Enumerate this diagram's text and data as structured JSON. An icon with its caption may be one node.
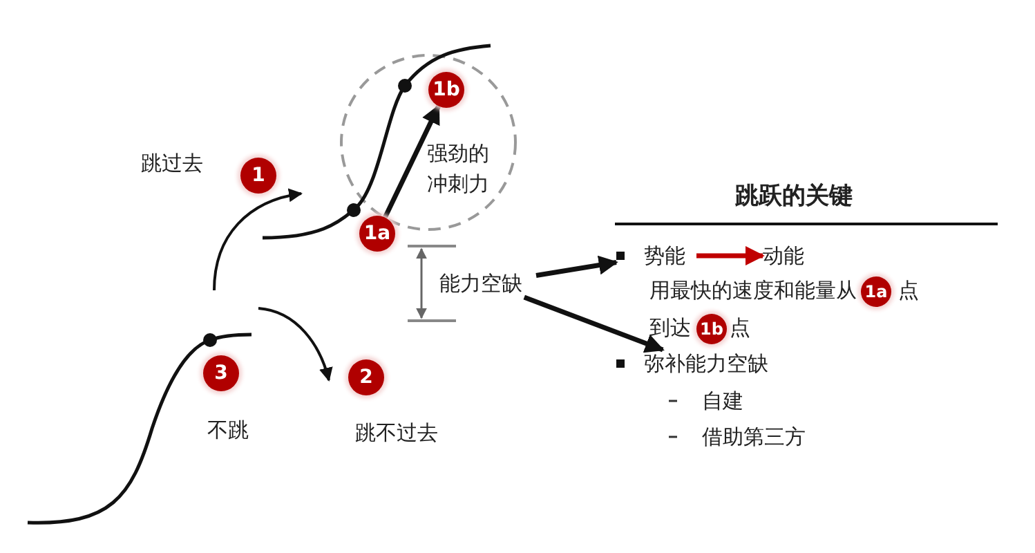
{
  "diagram": {
    "title": "跳跃的关键",
    "nodes": [
      {
        "text": [
          "1"
        ]
      },
      {
        "text": [
          "1b"
        ]
      },
      {
        "text": [
          "1a"
        ]
      },
      {
        "text": [
          "3"
        ]
      },
      {
        "text": [
          "2"
        ]
      },
      {
        "text": [
          "能力空缺"
        ]
      },
      {
        "text": [
          "势能"
        ]
      },
      {
        "text": [
          "动能"
        ]
      },
      {
        "text": [
          "弥补能力空缺"
        ]
      },
      {
        "text": [
          "1a"
        ]
      },
      {
        "text": [
          "1b"
        ]
      }
    ],
    "edges": [
      {
        "from": 2,
        "to": 1,
        "arrow": "to"
      },
      {
        "from": 5,
        "to": 6,
        "arrow": "to"
      },
      {
        "from": 5,
        "to": 8,
        "arrow": "to"
      },
      {
        "from": 6,
        "to": 7,
        "arrow": "to",
        "color": "#c00000"
      }
    ],
    "labels": [
      "跳过去",
      "强劲的冲刺力",
      "用最快的速度和能量从",
      "点",
      "到达",
      "点",
      "不跳",
      "跳不过去",
      "自建",
      "借助第三方"
    ]
  }
}
